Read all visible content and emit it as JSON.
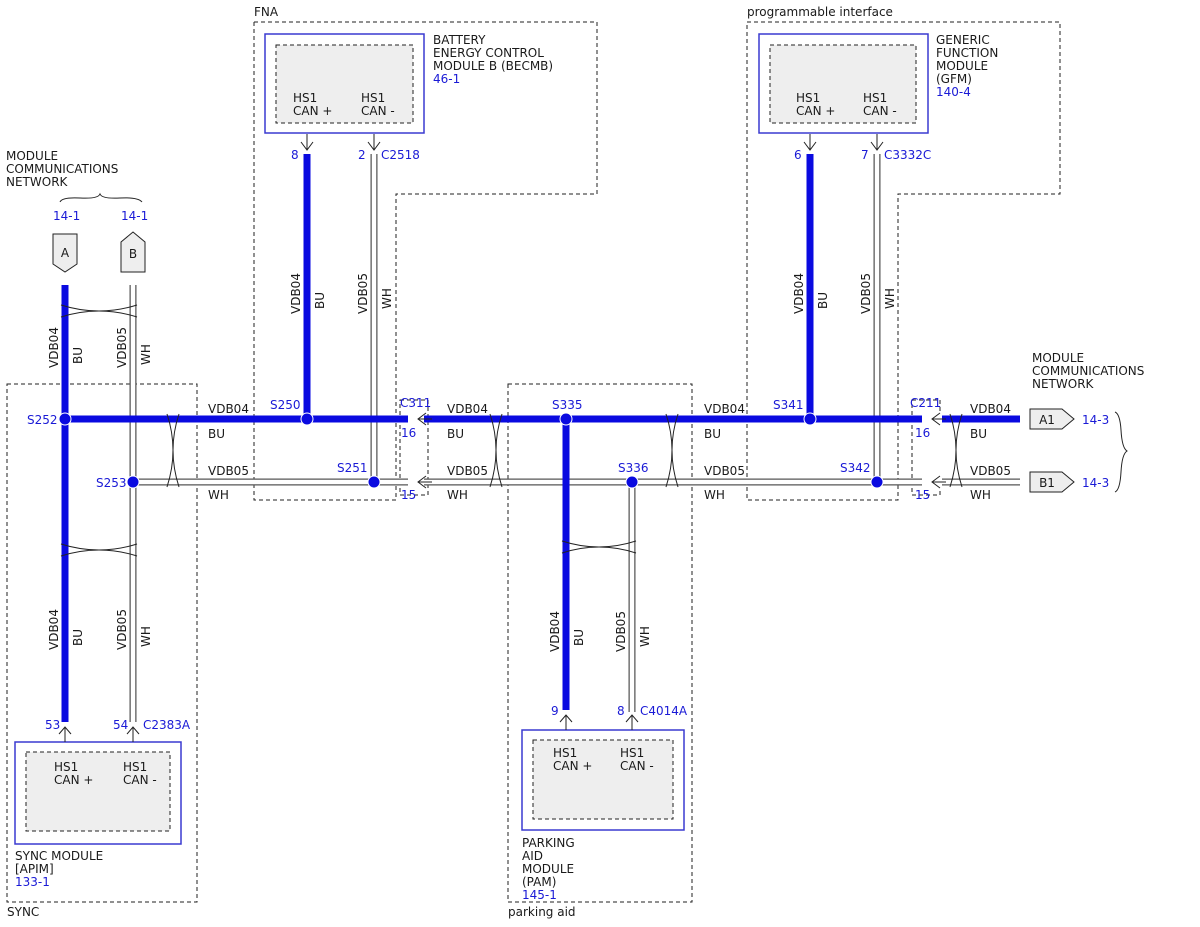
{
  "network": {
    "left_label": [
      "MODULE",
      "COMMUNICATIONS",
      "NETWORK"
    ],
    "right_label": [
      "MODULE",
      "COMMUNICATIONS",
      "NETWORK"
    ],
    "ref_left_a": "14-1",
    "ref_left_b": "14-1",
    "ref_right_a": "14-3",
    "ref_right_b": "14-3",
    "conn_a": "A",
    "conn_b": "B",
    "conn_a1": "A1",
    "conn_b1": "B1"
  },
  "wires": {
    "bu_circuit": "VDB04",
    "bu_color": "BU",
    "wh_circuit": "VDB05",
    "wh_color": "WH"
  },
  "becm": {
    "group": "FNA",
    "name": [
      "BATTERY",
      "ENERGY CONTROL",
      "MODULE B (BECMB)"
    ],
    "ref": "46-1",
    "pin_plus_label": [
      "HS1",
      "CAN +"
    ],
    "pin_minus_label": [
      "HS1",
      "CAN -"
    ],
    "pin_plus": "8",
    "pin_minus": "2",
    "connector": "C2518"
  },
  "gfm": {
    "group": "programmable interface",
    "name": [
      "GENERIC",
      "FUNCTION",
      "MODULE",
      "(GFM)"
    ],
    "ref": "140-4",
    "pin_plus_label": [
      "HS1",
      "CAN +"
    ],
    "pin_minus_label": [
      "HS1",
      "CAN -"
    ],
    "pin_plus": "6",
    "pin_minus": "7",
    "connector": "C3332C"
  },
  "apim": {
    "group": "SYNC",
    "name": [
      "SYNC MODULE",
      "[APIM]"
    ],
    "ref": "133-1",
    "pin_plus_label": [
      "HS1",
      "CAN +"
    ],
    "pin_minus_label": [
      "HS1",
      "CAN -"
    ],
    "pin_plus": "53",
    "pin_minus": "54",
    "connector": "C2383A"
  },
  "pam": {
    "group": "parking aid",
    "name": [
      "PARKING",
      "AID",
      "MODULE",
      "(PAM)"
    ],
    "ref": "145-1",
    "pin_plus_label": [
      "HS1",
      "CAN +"
    ],
    "pin_minus_label": [
      "HS1",
      "CAN -"
    ],
    "pin_plus": "9",
    "pin_minus": "8",
    "connector": "C4014A"
  },
  "splices": {
    "s250": "S250",
    "s251": "S251",
    "s252": "S252",
    "s253": "S253",
    "s335": "S335",
    "s336": "S336",
    "s341": "S341",
    "s342": "S342"
  },
  "inline": {
    "c311": "C311",
    "c311_16": "16",
    "c311_15": "15",
    "c211": "C211",
    "c211_16": "16",
    "c211_15": "15"
  }
}
